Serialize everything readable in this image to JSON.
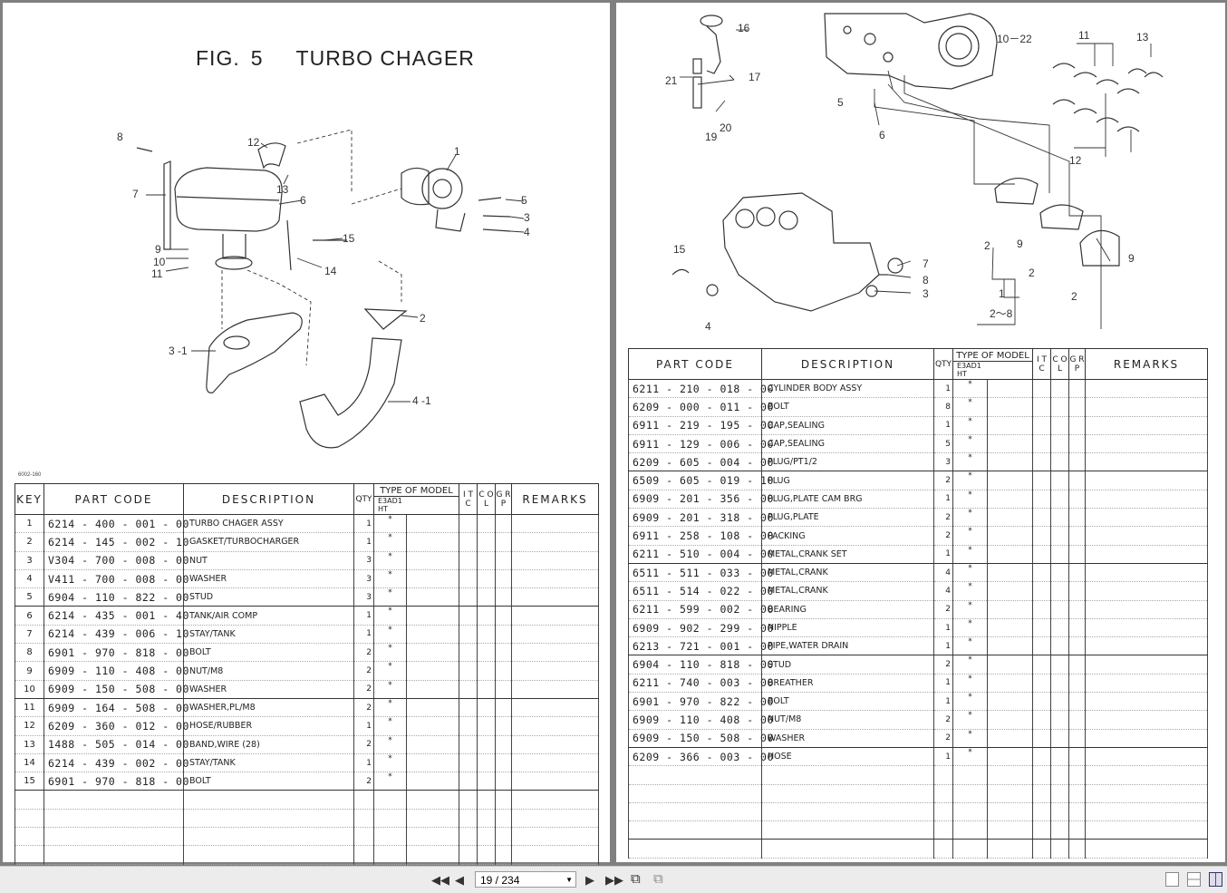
{
  "left_page": {
    "fig_label": "FIG.",
    "fig_number": "5",
    "fig_name": "TURBO CHAGER",
    "small_code": "6002-160",
    "callouts": [
      "1",
      "2",
      "3",
      "3-1",
      "4",
      "4-1",
      "5",
      "6",
      "7",
      "8",
      "9",
      "10",
      "11",
      "12",
      "13",
      "14",
      "15"
    ],
    "table": {
      "headers": {
        "key": "KEY",
        "part_code": "PART CODE",
        "description": "DESCRIPTION",
        "qty": "QTY",
        "type_of_model": "TYPE OF MODEL",
        "model": "E3AD1",
        "model_sub": "HT",
        "itc": "I T C",
        "col": "C O L",
        "grp": "G R P",
        "remarks": "REMARKS"
      },
      "rows": [
        {
          "key": "1",
          "code": "6214 - 400 - 001 - 00",
          "desc": "TURBO CHAGER      ASSY",
          "qty": "1",
          "mark": "*"
        },
        {
          "key": "2",
          "code": "6214 - 145 - 002 - 10",
          "desc": "GASKET/TURBOCHARGER",
          "qty": "1",
          "mark": "*"
        },
        {
          "key": "3",
          "code": "V304 - 700 - 008 - 00",
          "desc": "NUT",
          "qty": "3",
          "mark": "*"
        },
        {
          "key": "4",
          "code": "V411 - 700 - 008 - 00",
          "desc": "WASHER",
          "qty": "3",
          "mark": "*"
        },
        {
          "key": "5",
          "code": "6904 - 110 - 822 - 00",
          "desc": "STUD",
          "qty": "3",
          "mark": "*"
        },
        {
          "key": "6",
          "code": "6214 - 435 - 001 - 40",
          "desc": "TANK/AIR                COMP",
          "qty": "1",
          "mark": "*"
        },
        {
          "key": "7",
          "code": "6214 - 439 - 006 - 10",
          "desc": "STAY/TANK",
          "qty": "1",
          "mark": "*"
        },
        {
          "key": "8",
          "code": "6901 - 970 - 818 - 00",
          "desc": "BOLT",
          "qty": "2",
          "mark": "*"
        },
        {
          "key": "9",
          "code": "6909 - 110 - 408 - 00",
          "desc": "NUT/M8",
          "qty": "2",
          "mark": "*"
        },
        {
          "key": "10",
          "code": "6909 - 150 - 508 - 00",
          "desc": "WASHER",
          "qty": "2",
          "mark": "*"
        },
        {
          "key": "11",
          "code": "6909 - 164 - 508 - 00",
          "desc": "WASHER,PL/M8",
          "qty": "2",
          "mark": "*"
        },
        {
          "key": "12",
          "code": "6209 - 360 - 012 - 00",
          "desc": "HOSE/RUBBER",
          "qty": "1",
          "mark": "*"
        },
        {
          "key": "13",
          "code": "1488 - 505 - 014 - 00",
          "desc": "BAND,WIRE  (28)",
          "qty": "2",
          "mark": "*"
        },
        {
          "key": "14",
          "code": "6214 - 439 - 002 - 00",
          "desc": "STAY/TANK",
          "qty": "1",
          "mark": "*"
        },
        {
          "key": "15",
          "code": "6901 - 970 - 818 - 00",
          "desc": "BOLT",
          "qty": "2",
          "mark": "*"
        }
      ]
    }
  },
  "right_page": {
    "callouts": [
      "2",
      "2",
      "2",
      "2～8",
      "3",
      "4",
      "5",
      "6",
      "7",
      "8",
      "9",
      "9",
      "10-22",
      "11",
      "12",
      "13",
      "15",
      "16",
      "17",
      "19",
      "20",
      "21",
      "1"
    ],
    "table": {
      "headers": {
        "part_code": "PART CODE",
        "description": "DESCRIPTION",
        "qty": "QTY",
        "type_of_model": "TYPE OF MODEL",
        "model": "E3AD1",
        "model_sub": "HT",
        "itc": "I T C",
        "col": "C O L",
        "grp": "G R P",
        "remarks": "REMARKS"
      },
      "rows": [
        {
          "code": "6211 - 210 - 018 - 00",
          "desc": "CYLINDER BODY     ASSY",
          "qty": "1",
          "mark": "*"
        },
        {
          "code": "6209 - 000 - 011 - 00",
          "desc": "BOLT",
          "qty": "8",
          "mark": "*"
        },
        {
          "code": "6911 - 219 - 195 - 00",
          "desc": "CAP,SEALING",
          "qty": "1",
          "mark": "*"
        },
        {
          "code": "6911 - 129 - 006 - 00",
          "desc": "CAP,SEALING",
          "qty": "5",
          "mark": "*"
        },
        {
          "code": "6209 - 605 - 004 - 00",
          "desc": "PLUG/PT1/2",
          "qty": "3",
          "mark": "*"
        },
        {
          "code": "6509 - 605 - 019 - 10",
          "desc": "PLUG",
          "qty": "2",
          "mark": "*"
        },
        {
          "code": "6909 - 201 - 356 - 00",
          "desc": "PLUG,PLATE CAM BRG",
          "qty": "1",
          "mark": "*"
        },
        {
          "code": "6909 - 201 - 318 - 00",
          "desc": "PLUG,PLATE",
          "qty": "2",
          "mark": "*"
        },
        {
          "code": "6911 - 258 - 108 - 00",
          "desc": "PACKING",
          "qty": "2",
          "mark": "*"
        },
        {
          "code": "6211 - 510 - 004 - 00",
          "desc": "METAL,CRANK SET",
          "qty": "1",
          "mark": "*"
        },
        {
          "code": "6511 - 511 - 033 - 00",
          "desc": "METAL,CRANK",
          "qty": "4",
          "mark": "*"
        },
        {
          "code": "6511 - 514 - 022 - 00",
          "desc": "METAL,CRANK",
          "qty": "4",
          "mark": "*"
        },
        {
          "code": "6211 - 599 - 002 - 00",
          "desc": "BEARING",
          "qty": "2",
          "mark": "*"
        },
        {
          "code": "6909 - 902 - 299 - 00",
          "desc": "NIPPLE",
          "qty": "1",
          "mark": "*"
        },
        {
          "code": "6213 - 721 - 001 - 00",
          "desc": "PIPE,WATER DRAIN",
          "qty": "1",
          "mark": "*"
        },
        {
          "code": "6904 - 110 - 818 - 00",
          "desc": "STUD",
          "qty": "2",
          "mark": "*"
        },
        {
          "code": "6211 - 740 - 003 - 00",
          "desc": "BREATHER",
          "qty": "1",
          "mark": "*"
        },
        {
          "code": "6901 - 970 - 822 - 00",
          "desc": "BOLT",
          "qty": "1",
          "mark": "*"
        },
        {
          "code": "6909 - 110 - 408 - 00",
          "desc": "NUT/M8",
          "qty": "2",
          "mark": "*"
        },
        {
          "code": "6909 - 150 - 508 - 00",
          "desc": "WASHER",
          "qty": "2",
          "mark": "*"
        },
        {
          "code": "6209 - 366 - 003 - 00",
          "desc": "HOSE",
          "qty": "1",
          "mark": "*"
        }
      ]
    }
  },
  "toolbar": {
    "page_value": "19 / 234",
    "icons": [
      "first-page-icon",
      "prev-page-icon",
      "next-page-icon",
      "last-page-icon",
      "rotate-icon",
      "copy-pages-icon",
      "single-page-view-icon",
      "continuous-view-icon",
      "facing-view-icon"
    ]
  }
}
